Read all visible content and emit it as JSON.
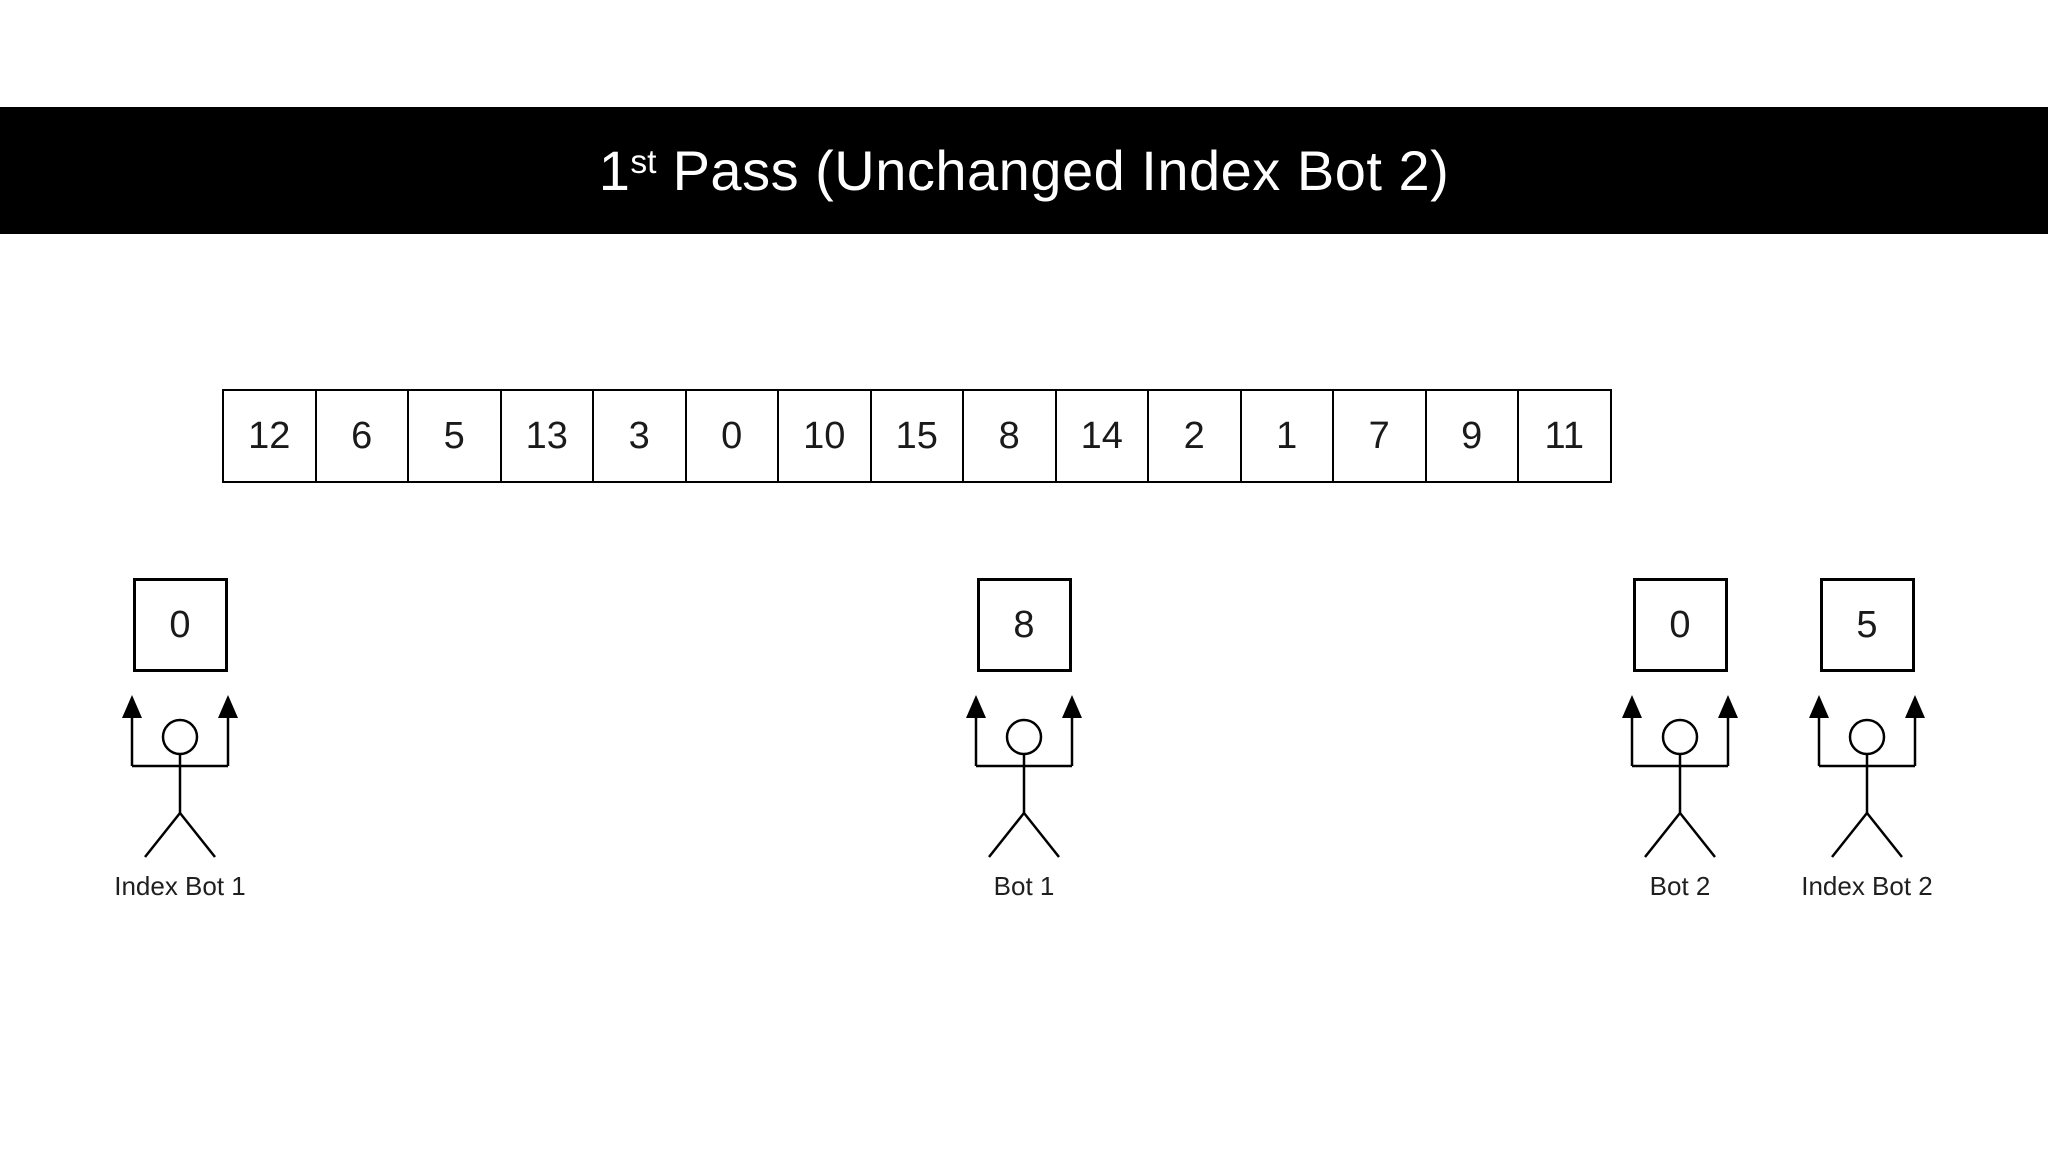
{
  "title": {
    "number": "1",
    "ordinal_suffix": "st",
    "rest": " Pass (Unchanged Index Bot 2)"
  },
  "array": {
    "cells": [
      "12",
      "6",
      "5",
      "13",
      "3",
      "0",
      "10",
      "15",
      "8",
      "14",
      "2",
      "1",
      "7",
      "9",
      "11"
    ]
  },
  "bots": [
    {
      "label": "Index Bot 1",
      "value": "0"
    },
    {
      "label": "Bot 1",
      "value": "8"
    },
    {
      "label": "Bot 2",
      "value": "0"
    },
    {
      "label": "Index Bot 2",
      "value": "5"
    }
  ],
  "colors": {
    "bar_background": "#000000",
    "bar_text": "#ffffff",
    "line": "#000000",
    "cell_background": "#ffffff",
    "text": "#1a1a1a"
  }
}
